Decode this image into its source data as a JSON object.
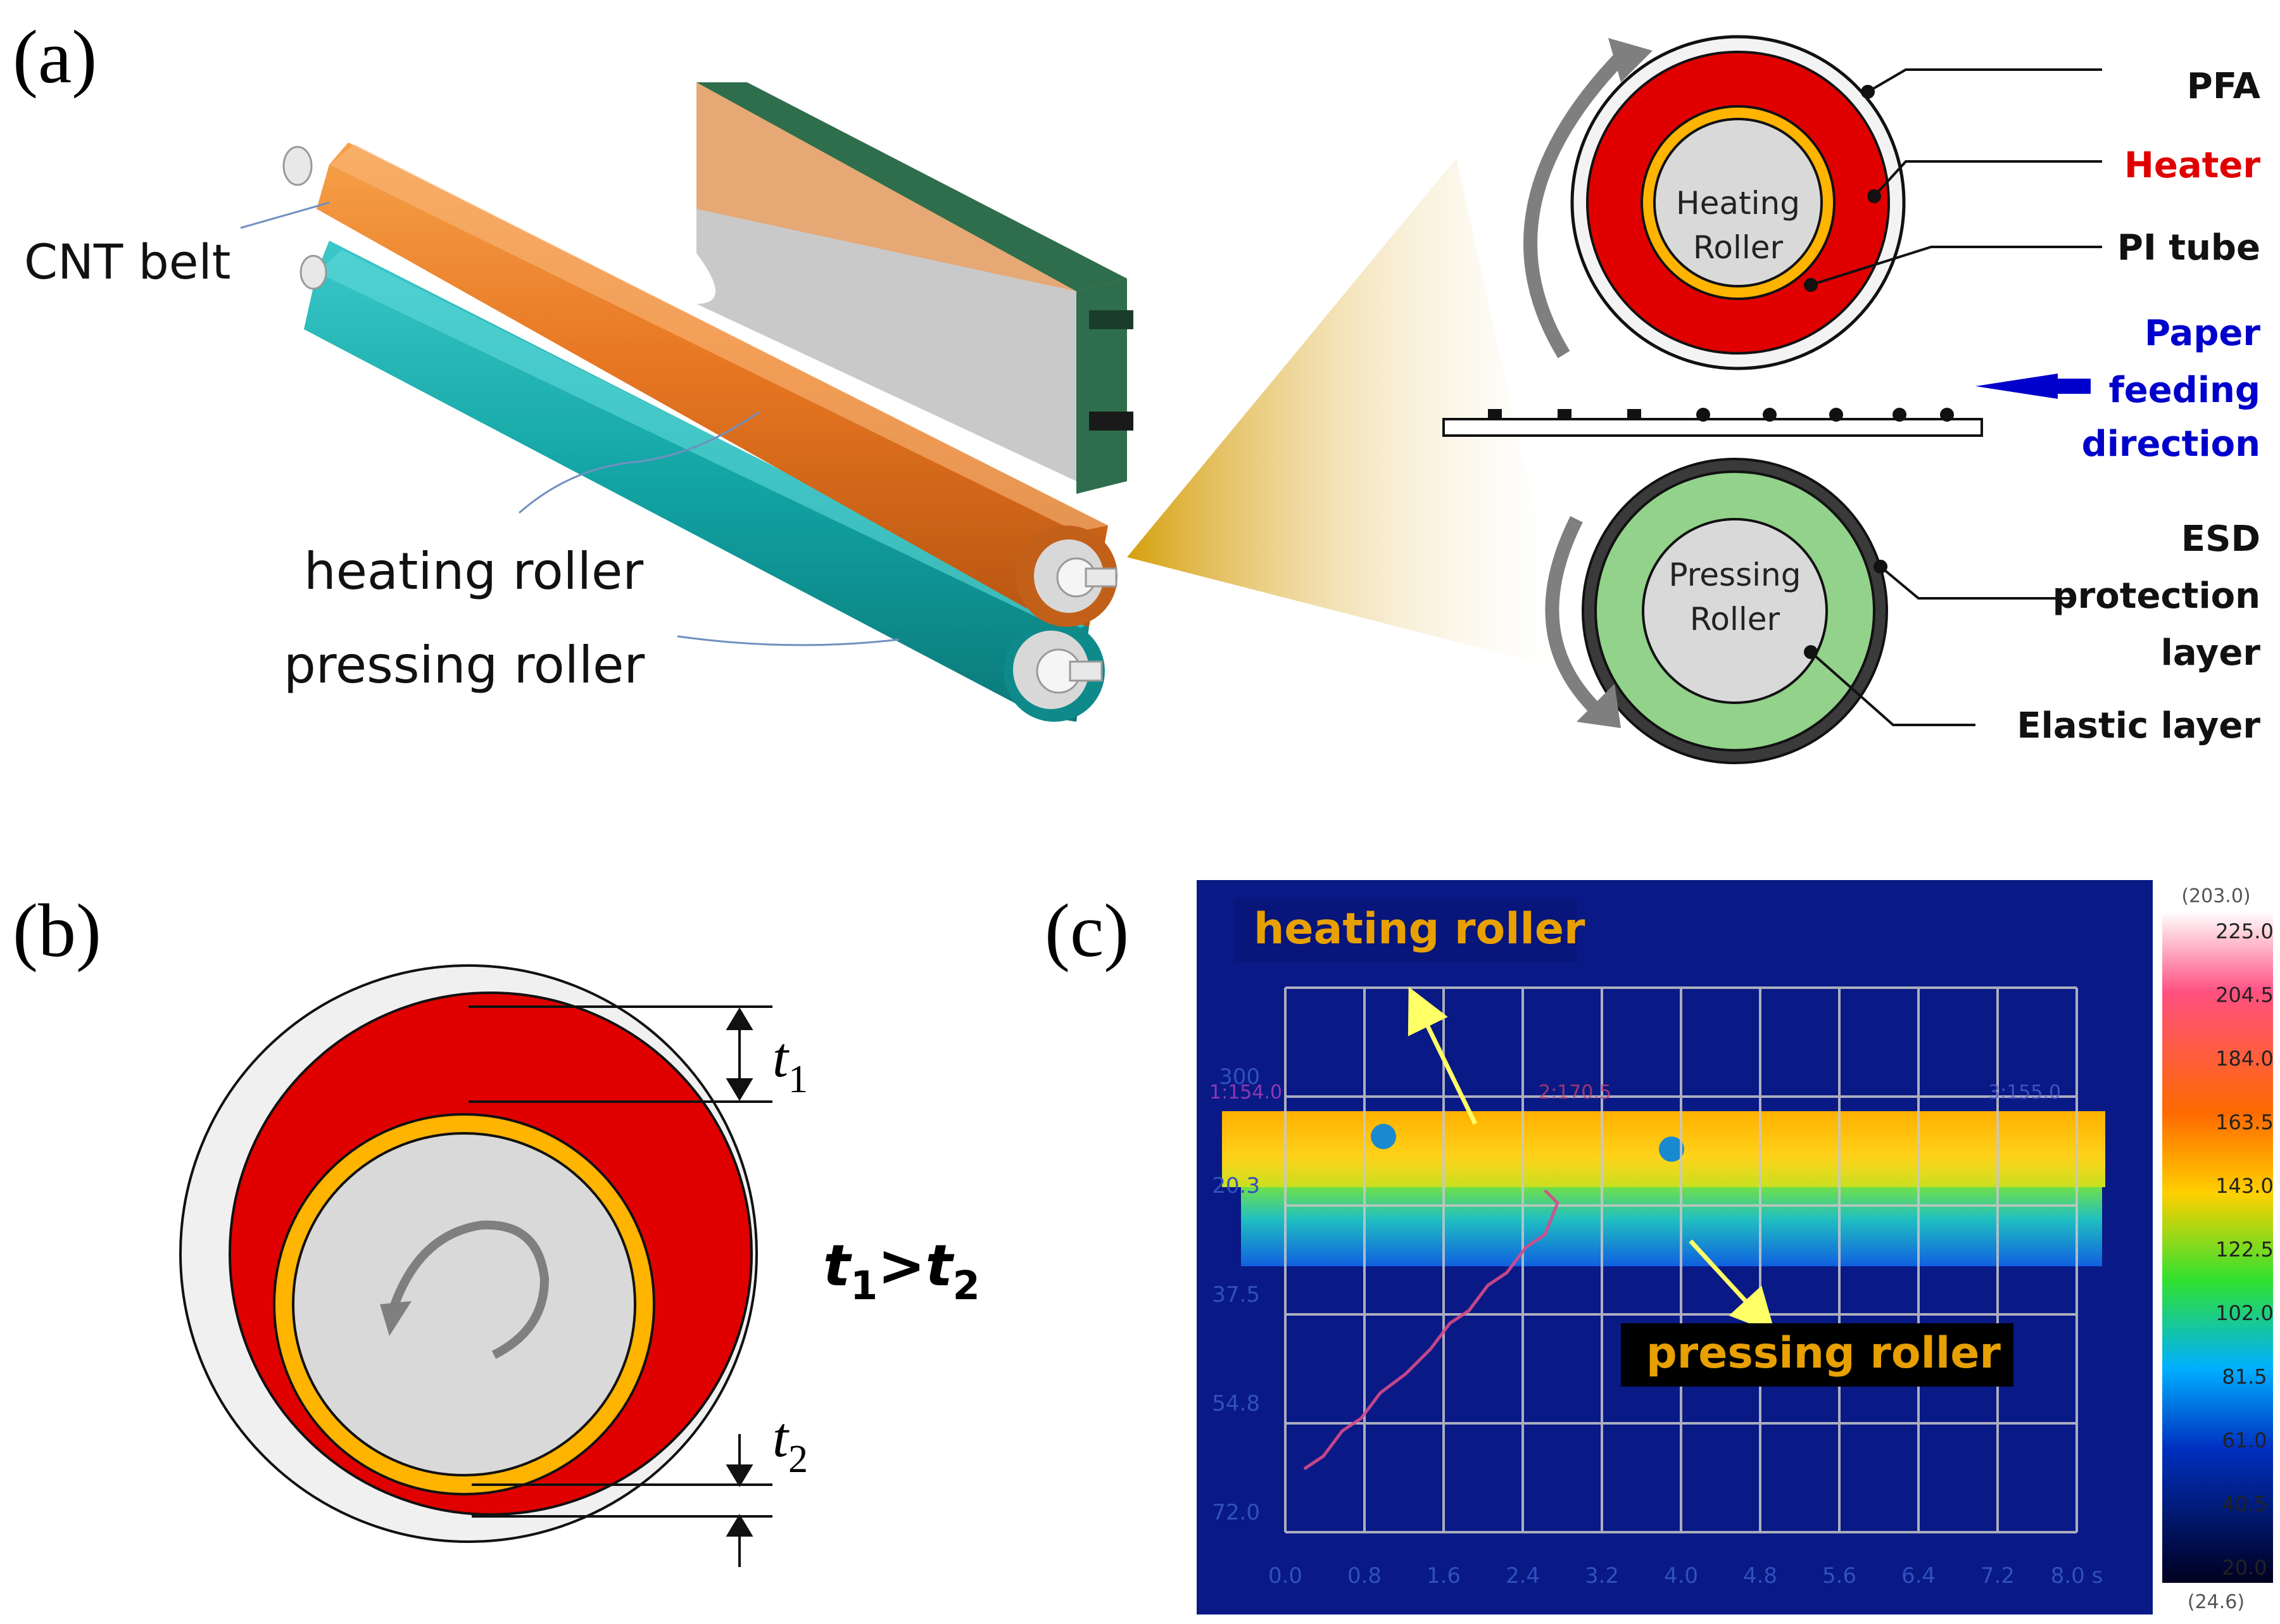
{
  "panel_a": {
    "label": "(a)",
    "cnt_belt": "CNT belt",
    "heating_roller": "heating roller",
    "pressing_roller": "pressing roller",
    "heating_roller_inner": [
      "Heating",
      "Roller"
    ],
    "pressing_roller_inner": [
      "Pressing",
      "Roller"
    ],
    "layers": {
      "pfa": "PFA",
      "heater": "Heater",
      "pi_tube": "PI tube",
      "paper_feeding": [
        "Paper",
        "feeding",
        "direction"
      ],
      "esd": [
        "ESD",
        "protection",
        "layer"
      ],
      "elastic": "Elastic layer"
    }
  },
  "panel_b": {
    "label": "(b)",
    "t1": "t",
    "t1_sub": "1",
    "t2": "t",
    "t2_sub": "2",
    "relation_a": "t",
    "relation_a_sub": "1",
    "relation_op": ">",
    "relation_b": "t",
    "relation_b_sub": "2"
  },
  "panel_c": {
    "label": "(c)",
    "heating_roller": "heating roller",
    "pressing_roller": "pressing roller",
    "scale_top": "(203.0)",
    "scale_bottom": "(24.6)",
    "scale_ticks": [
      "225.0",
      "204.5",
      "184.0",
      "163.5",
      "143.0",
      "122.5",
      "102.0",
      "81.5",
      "61.0",
      "40.5",
      "20.0"
    ],
    "x_ticks": [
      "0.0",
      "0.8",
      "1.6",
      "2.4",
      "3.2",
      "4.0",
      "4.8",
      "5.6",
      "6.4",
      "7.2",
      "8.0 s"
    ],
    "y_ticks": [
      "300",
      "20.3",
      "37.5",
      "54.8",
      "72.0"
    ],
    "markers": [
      "1:154.0",
      "2:170.5",
      "3:155.0"
    ]
  },
  "colors": {
    "heater_red": "#e00000",
    "pi_orange": "#ffb400",
    "pfa_grey": "#eeeeee",
    "core_grey": "#d9d9d9",
    "elastic_green": "#92d28a",
    "esd_dark": "#3a3a3a",
    "paper_blue": "#0000cc",
    "heating_roller_3d": "#e87722",
    "pressing_roller_3d": "#12a4a4",
    "thermo_label": "#e8a000"
  }
}
